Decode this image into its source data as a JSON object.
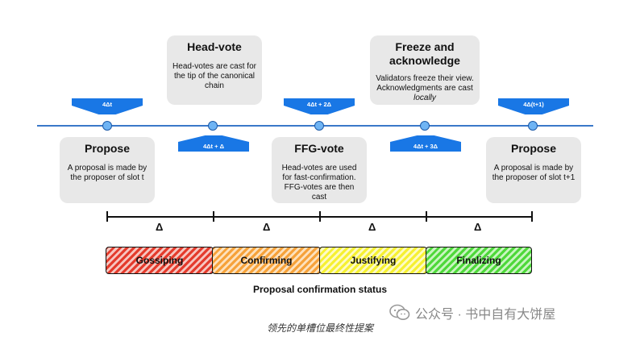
{
  "cards": [
    {
      "id": "propose-t",
      "title": "Propose",
      "body": "A proposal is made by the proposer of slot t"
    },
    {
      "id": "head-vote",
      "title": "Head-vote",
      "body": "Head-votes are cast for the tip of the canonical chain"
    },
    {
      "id": "ffg-vote",
      "title": "FFG-vote",
      "body": "Head-votes are used for fast-confirmation. FFG-votes are then cast"
    },
    {
      "id": "freeze",
      "title": "Freeze and acknowledge",
      "body_pre": "Validators freeze their view. Acknowledgments are cast ",
      "body_em": "locally"
    },
    {
      "id": "propose-t1",
      "title": "Propose",
      "body": "A proposal is made by the proposer of slot t+1"
    }
  ],
  "markers": [
    {
      "label": "4Δt"
    },
    {
      "label": "4Δt + Δ"
    },
    {
      "label": "4Δt + 2Δ"
    },
    {
      "label": "4Δt + 3Δ"
    },
    {
      "label": "4Δ(t+1)"
    }
  ],
  "deltas": [
    "Δ",
    "Δ",
    "Δ",
    "Δ"
  ],
  "statuses": [
    {
      "label": "Gossiping",
      "color": "#e43b2c"
    },
    {
      "label": "Confirming",
      "color": "#f6a23a"
    },
    {
      "label": "Justifying",
      "color": "#f6f032"
    },
    {
      "label": "Finalizing",
      "color": "#4ed83a"
    }
  ],
  "status_caption": "Proposal confirmation status",
  "figure_caption": "领先的单槽位最终性提案",
  "watermark": "公众号 · 书中自有大饼屋"
}
